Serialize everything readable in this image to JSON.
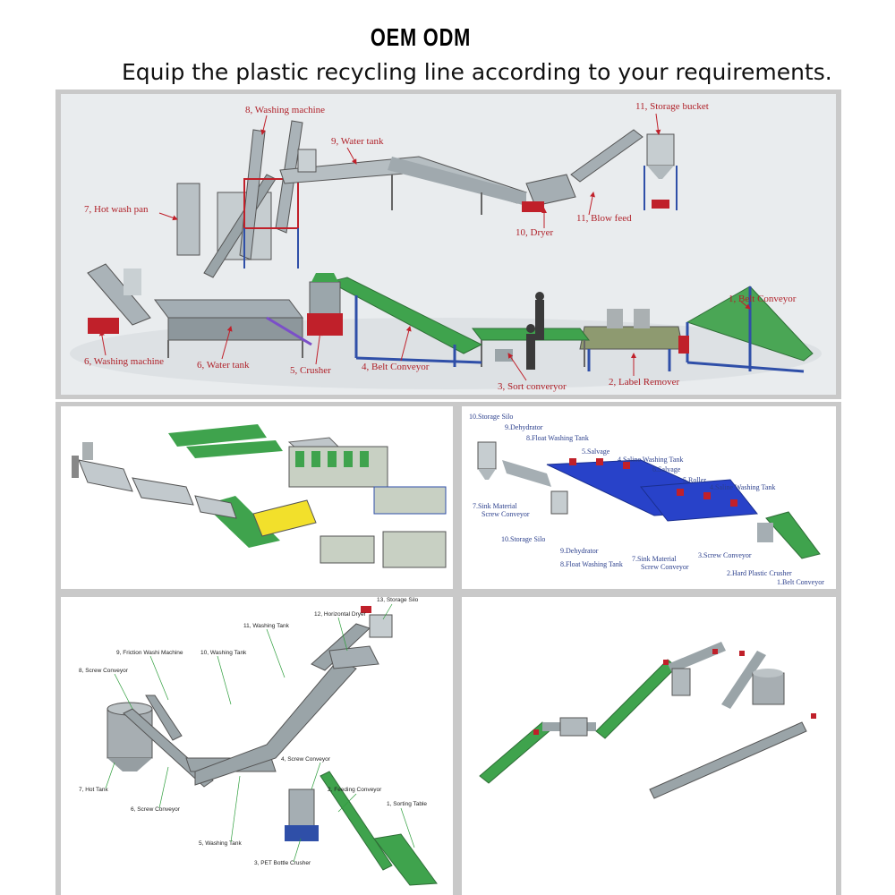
{
  "header": {
    "title": "OEM  ODM",
    "subtitle": "Equip the plastic recycling line according to your requirements."
  },
  "colors": {
    "frame": "#c9c9c9",
    "panel_bg": "#e8ebed",
    "label_red": "#b0222a",
    "label_blue": "#2b3f8c",
    "conveyor_green": "#3fa34d",
    "steel": "#8d979c",
    "frame_blue": "#2f4fa8"
  },
  "panel_main": {
    "labels": {
      "l1": "1, Belt Conveyor",
      "l2": "2, Label Remover",
      "l3": "3, Sort converyor",
      "l4": "4, Belt Conveyor",
      "l5": "5, Crusher",
      "l6a": "6, Washing machine",
      "l6b": "6, Water tank",
      "l7": "7, Hot wash pan",
      "l8": "8, Washing machine",
      "l9": "9, Water tank",
      "l10": "10, Dryer",
      "l11a": "11, Blow feed",
      "l11b": "11, Storage bucket"
    }
  },
  "panel_blue": {
    "labels": {
      "b1": "1.Belt Conveyor",
      "b2": "2.Hard Plastic Crusher",
      "b3": "3.Screw Conveyor",
      "b4a": "4.Saline Washing Tank",
      "b4b": "4.Saline Washing Tank",
      "b5a": "5.Salvage",
      "b5b": "5.Roller",
      "b6": "6.Salvage",
      "b7a": "7.Sink Material",
      "b7a2": "Screw Conveyor",
      "b7b": "7.Sink Material",
      "b7b2": "Screw Conveyor",
      "b8a": "8.Float Washing Tank",
      "b8b": "8.Float Washing Tank",
      "b9a": "9.Dehydrator",
      "b9b": "9.Dehydrator",
      "b10a": "10.Storage Silo",
      "b10b": "10.Storage Silo"
    }
  },
  "panel_pet": {
    "labels": {
      "p1": "1, Sorting Table",
      "p2": "2, Feeding Conveyor",
      "p3": "3, PET Bottle Crusher",
      "p4": "4, Screw Conveyor",
      "p5": "5, Washing Tank",
      "p6": "6, Screw Conveyor",
      "p7": "7, Hot Tank",
      "p8": "8, Screw Conveyor",
      "p9": "9, Friction Washi Machine",
      "p10": "10, Washing Tank",
      "p11": "11, Washing Tank",
      "p12": "12, Horizontal Dryer",
      "p13": "13, Storage Silo"
    }
  }
}
